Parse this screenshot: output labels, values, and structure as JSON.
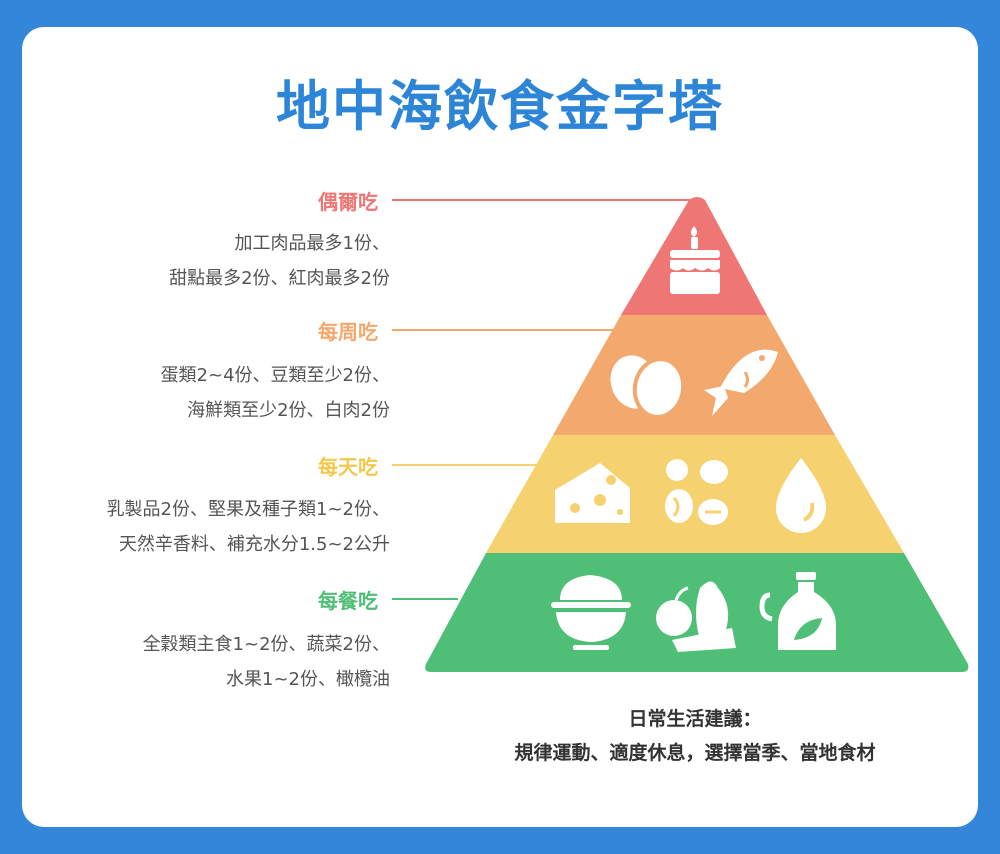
{
  "title": "地中海飲食金字塔",
  "tiers": [
    {
      "label": "偶爾吃",
      "desc_line1": "加工肉品最多1份、",
      "desc_line2": "甜點最多2份、紅肉最多2份",
      "color": "#ee7775"
    },
    {
      "label": "每周吃",
      "desc_line1": "蛋類2~4份、豆類至少2份、",
      "desc_line2": "海鮮類至少2份、白肉2份",
      "color": "#f3a86d"
    },
    {
      "label": "每天吃",
      "desc_line1": "乳製品2份、堅果及種子類1~2份、",
      "desc_line2": "天然辛香料、補充水分1.5~2公升",
      "color": "#f6d170"
    },
    {
      "label": "每餐吃",
      "desc_line1": "全穀類主食1~2份、蔬菜2份、",
      "desc_line2": "水果1~2份、橄欖油",
      "color": "#4fbf78"
    }
  ],
  "footer": {
    "line1": "日常生活建議：",
    "line2": "規律運動、適度休息，選擇當季、當地食材"
  },
  "icons": [
    "cake-icon",
    "eggs-icon",
    "fish-icon",
    "cheese-icon",
    "nuts-icon",
    "water-drop-icon",
    "rice-bowl-icon",
    "fruit-vegetable-icon",
    "olive-oil-icon"
  ]
}
